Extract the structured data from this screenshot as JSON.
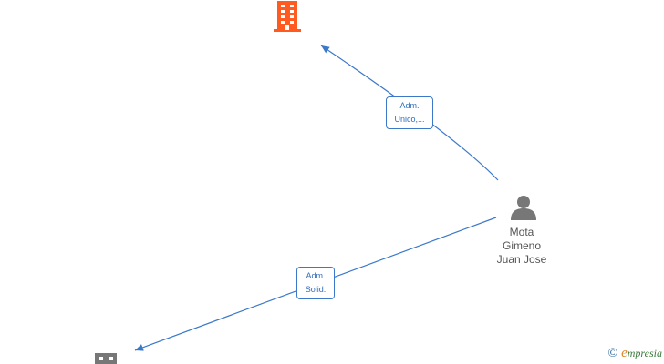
{
  "diagram": {
    "nodes": [
      {
        "id": "company-top",
        "type": "company",
        "color": "#ff5a1f"
      },
      {
        "id": "person",
        "type": "person",
        "color": "#777777",
        "name_lines": [
          "Mota",
          "Gimeno",
          "Juan Jose"
        ]
      },
      {
        "id": "company-bottom",
        "type": "company",
        "color": "#777777"
      }
    ],
    "edges": [
      {
        "from": "person",
        "to": "company-top",
        "label_lines": [
          "Adm.",
          "Unico,..."
        ]
      },
      {
        "from": "person",
        "to": "company-bottom",
        "label_lines": [
          "Adm.",
          "Solid."
        ]
      }
    ],
    "edge_color": "#3b78c9"
  },
  "brand": {
    "copyright_symbol": "©",
    "initial": "e",
    "rest": "mpresia"
  }
}
